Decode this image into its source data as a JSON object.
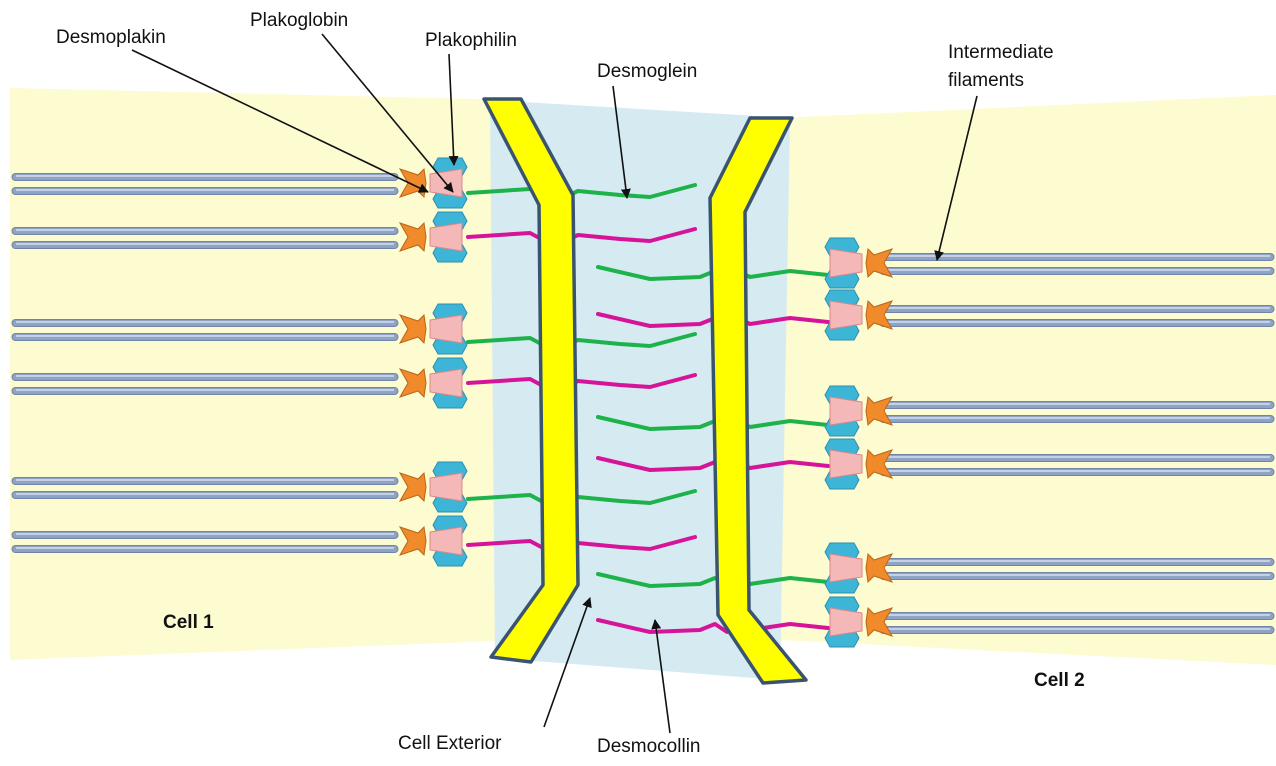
{
  "labels": {
    "desmoplakin": "Desmoplakin",
    "plakoglobin": "Plakoglobin",
    "plakophilin": "Plakophilin",
    "desmoglein": "Desmoglein",
    "intermediate_filaments_line1": "Intermediate",
    "intermediate_filaments_line2": "filaments",
    "cell1": "Cell 1",
    "cell2": "Cell 2",
    "cell_exterior": "Cell Exterior",
    "desmocollin": "Desmocollin"
  },
  "colors": {
    "cytoplasm": "#FDFBD0",
    "exterior": "#D6EAF2",
    "membrane_fill": "#FFFF00",
    "membrane_stroke": "#3A5470",
    "filament": "#8FA3C4",
    "desmoglein": "#1DB34A",
    "desmocollin": "#D6149A",
    "plakophilin": "#3DB5D6",
    "plakoglobin": "#F5B8B8",
    "desmoplakin": "#F08A2A"
  }
}
